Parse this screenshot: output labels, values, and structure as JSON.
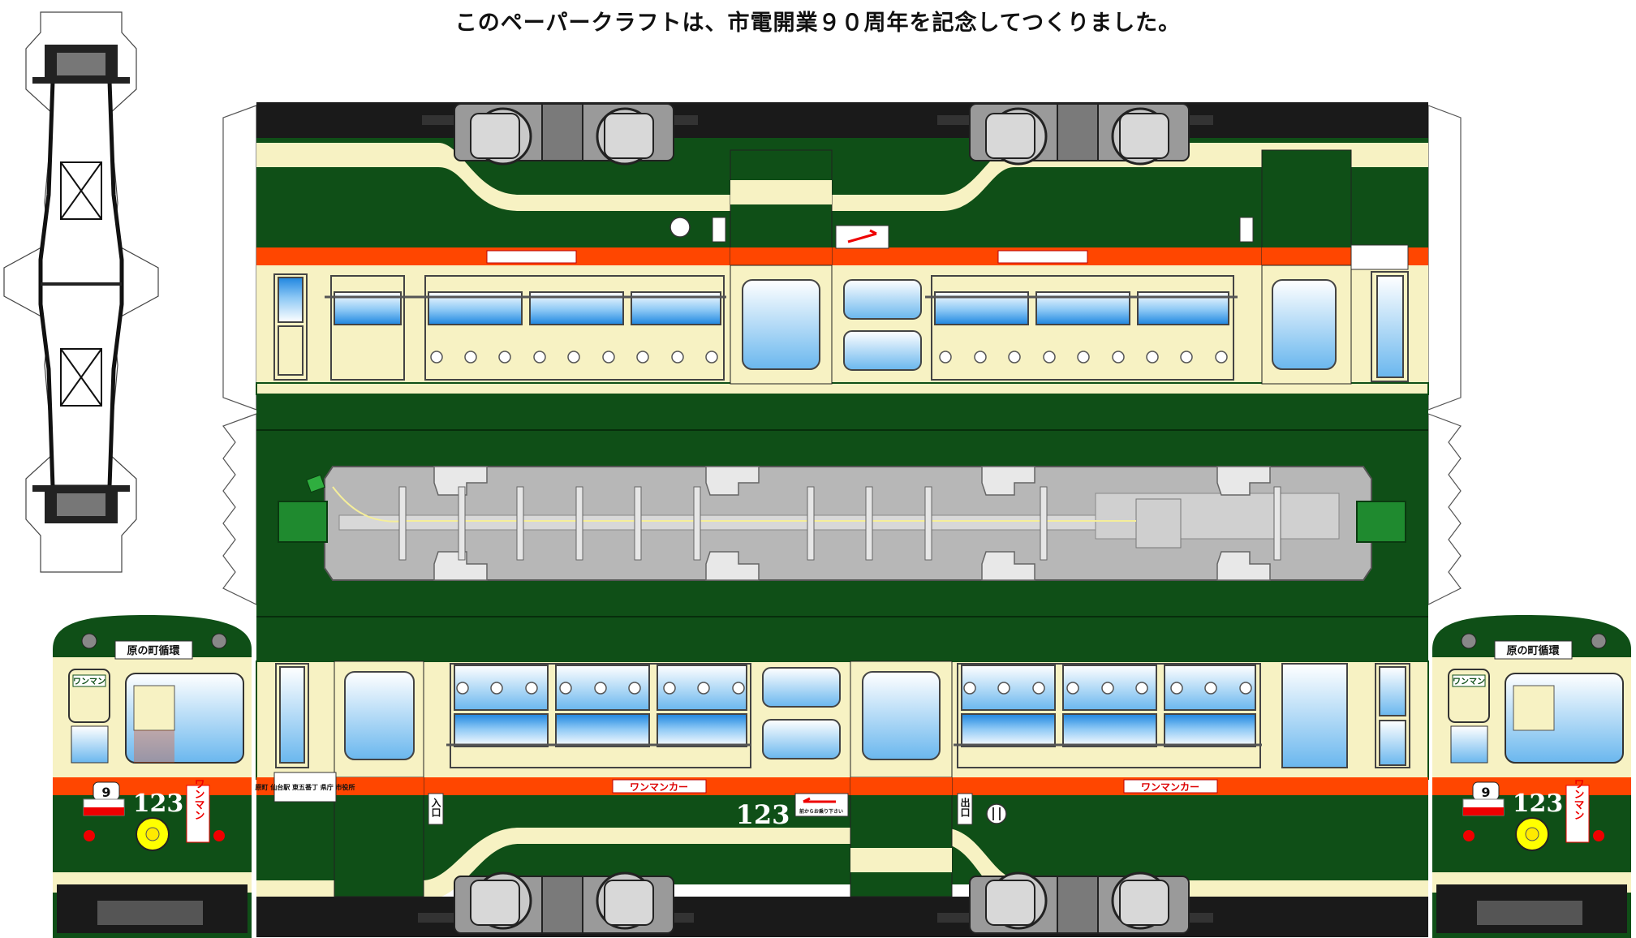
{
  "caption": "このペーパークラフトは、市電開業９０周年を記念してつくりました。",
  "car_number": "123",
  "route_number": "9",
  "destination": "原の町循環",
  "one_man_sign": "ワンマン",
  "one_man_car_label": "ワンマンカー",
  "entrance_label": "入口",
  "exit_label": "出口",
  "stops_label": "原町 仙台駅 東五番丁 県庁 市役所",
  "no_boarding_label": "前からお乗り下さい",
  "colors": {
    "body_green": "#0f4f17",
    "cream": "#f7f2c3",
    "stripe_orange": "#ff4600",
    "window_blue": "#3aa0e8",
    "chassis_gray": "#b7b7b7"
  }
}
